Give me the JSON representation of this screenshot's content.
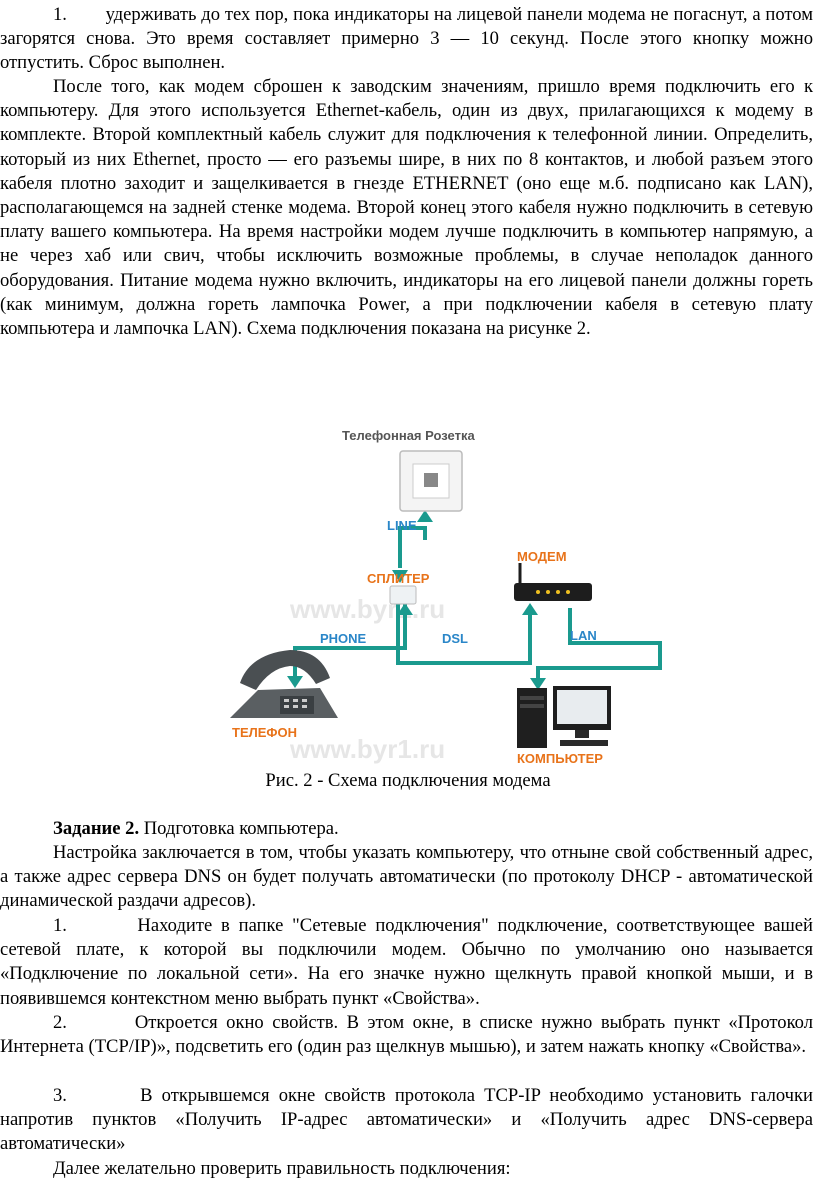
{
  "paragraphs": {
    "p1": "1.        удерживать до тех пор, пока индикаторы на лицевой панели модема не погаснут, а потом загорятся снова. Это время составляет примерно 3 — 10 секунд. После этого кнопку можно отпустить. Сброс выполнен.",
    "p2": "После того, как модем сброшен к заводским значениям, пришло время подключить его к компьютеру. Для этого используется Ethernet-кабель, один из двух, прилагающихся к модему в комплекте. Второй комплектный кабель служит для подключения к телефонной линии. Определить, который из них Ethernet, просто — его разъемы шире, в них по 8 контактов, и любой разъем этого кабеля плотно заходит и защелкивается в гнезде ETHERNET (оно еще м.б. подписано как LAN), располагающемся на задней стенке модема. Второй конец этого кабеля нужно подключить в сетевую плату вашего компьютера. На время настройки модем лучше подключить в компьютер напрямую, а не через хаб или свич, чтобы исключить возможные проблемы, в случае неполадок данного оборудования. Питание модема нужно включить, индикаторы на его лицевой панели должны гореть (как минимум, должна гореть лампочка Power, а при подключении кабеля в сетевую плату компьютера и лампочка LAN). Схема подключения показана на рисунке 2.",
    "task_bold": "Задание 2.",
    "task_rest": " Подготовка компьютера.",
    "p3": "Настройка заключается в том, чтобы указать компьютеру, что отныне свой собственный адрес, а также адрес сервера DNS он будет получать автоматически (по протоколу DHCP - автоматической динамической раздачи адресов).",
    "item1": "1.        Находите в папке \"Сетевые подключения\" подключение, соответствующее вашей сетевой плате, к которой вы подключили модем. Обычно по умолчанию оно называется «Подключение по локальной сети». На его значке нужно щелкнуть правой кнопкой мыши, и в появившемся контекстном меню выбрать пункт «Свойства».",
    "item2": "2.        Откроется окно свойств. В этом окне, в списке нужно выбрать пункт «Протокол Интернета (TCP/IP)», подсветить его (один раз щелкнув мышью), и затем нажать кнопку «Свойства».",
    "item3": "3.        В открывшемся окне свойств протокола TCP-IP необходимо установить галочки напротив пунктов «Получить IP-адрес автоматически» и «Получить адрес DNS-сервера автоматически»",
    "p4": "Далее желательно проверить правильность подключения:"
  },
  "figure": {
    "caption": "Рис. 2 - Схема подключения модема",
    "labels": {
      "socket": "Телефонная Розетка",
      "line": "LINE",
      "splitter": "СПЛИТЕР",
      "modem": "МОДЕМ",
      "phone_cable": "PHONE",
      "dsl": "DSL",
      "lan": "LAN",
      "phone": "ТЕЛЕФОН",
      "computer": "КОМПЬЮТЕР"
    },
    "watermark": "www.byr1.ru",
    "colors": {
      "cable": "#1a9a8e",
      "label_orange": "#e8731a",
      "label_blue": "#2a86c8",
      "label_gray": "#555555"
    }
  }
}
